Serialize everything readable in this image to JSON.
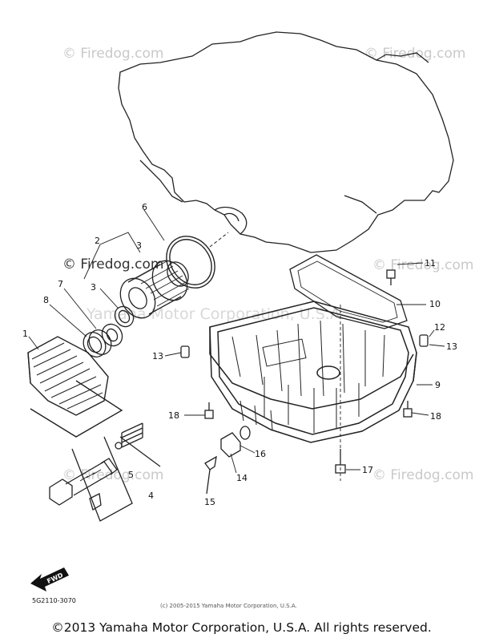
{
  "watermarks": [
    "© Firedog.com",
    "© Firedog.com",
    "© Firedog.com",
    "© Firedog.com",
    "© Firedog.com",
    "© Firedog.com"
  ],
  "watermark_faint": "Yamaha Motor Corporation, U.S.A.",
  "callouts": [
    "1",
    "2",
    "3",
    "3",
    "4",
    "5",
    "6",
    "7",
    "8",
    "9",
    "10",
    "11",
    "12",
    "13",
    "13",
    "14",
    "15",
    "16",
    "17",
    "18",
    "18"
  ],
  "fwd_label": "FWD",
  "diagram_code": "5G2110-3070",
  "small_copyright": "(c) 2005-2015 Yamaha Motor Corporation, U.S.A.",
  "footer_copyright": "©2013 Yamaha Motor Corporation, U.S.A. All rights reserved."
}
